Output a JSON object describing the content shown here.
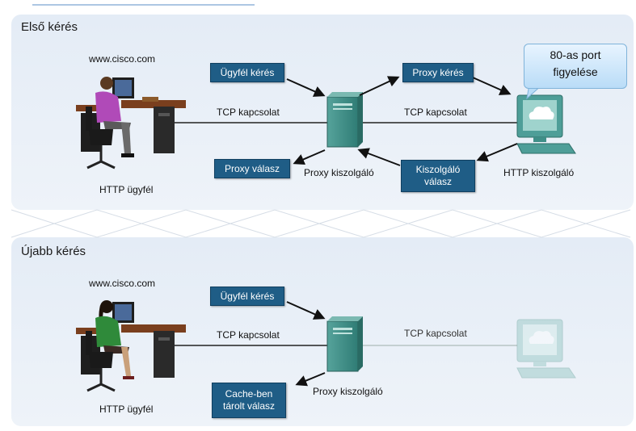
{
  "colors": {
    "panel_bg": "#e9f0f8",
    "label_box": "#1f5d86",
    "server": "#3f8f88",
    "monitor": "#4e9e98",
    "cable": "#222222"
  },
  "panel1": {
    "title": "Első kérés",
    "site_label": "www.cisco.com",
    "client_label": "HTTP ügyfél",
    "box_client_request": "Ügyfél kérés",
    "tcp_left": "TCP kapcsolat",
    "box_proxy_request": "Proxy kérés",
    "tcp_right": "TCP kapcsolat",
    "callout_line1": "80-as port",
    "callout_line2": "figyelése",
    "box_proxy_response": "Proxy válasz",
    "proxy_label": "Proxy kiszolgáló",
    "box_server_response_line1": "Kiszolgáló",
    "box_server_response_line2": "válasz",
    "server_label": "HTTP kiszolgáló"
  },
  "panel2": {
    "title": "Újabb kérés",
    "site_label": "www.cisco.com",
    "client_label": "HTTP ügyfél",
    "box_client_request": "Ügyfél kérés",
    "tcp_left": "TCP kapcsolat",
    "tcp_right": "TCP kapcsolat",
    "box_cache_line1": "Cache-ben",
    "box_cache_line2": "tárolt válasz",
    "proxy_label": "Proxy kiszolgáló"
  }
}
